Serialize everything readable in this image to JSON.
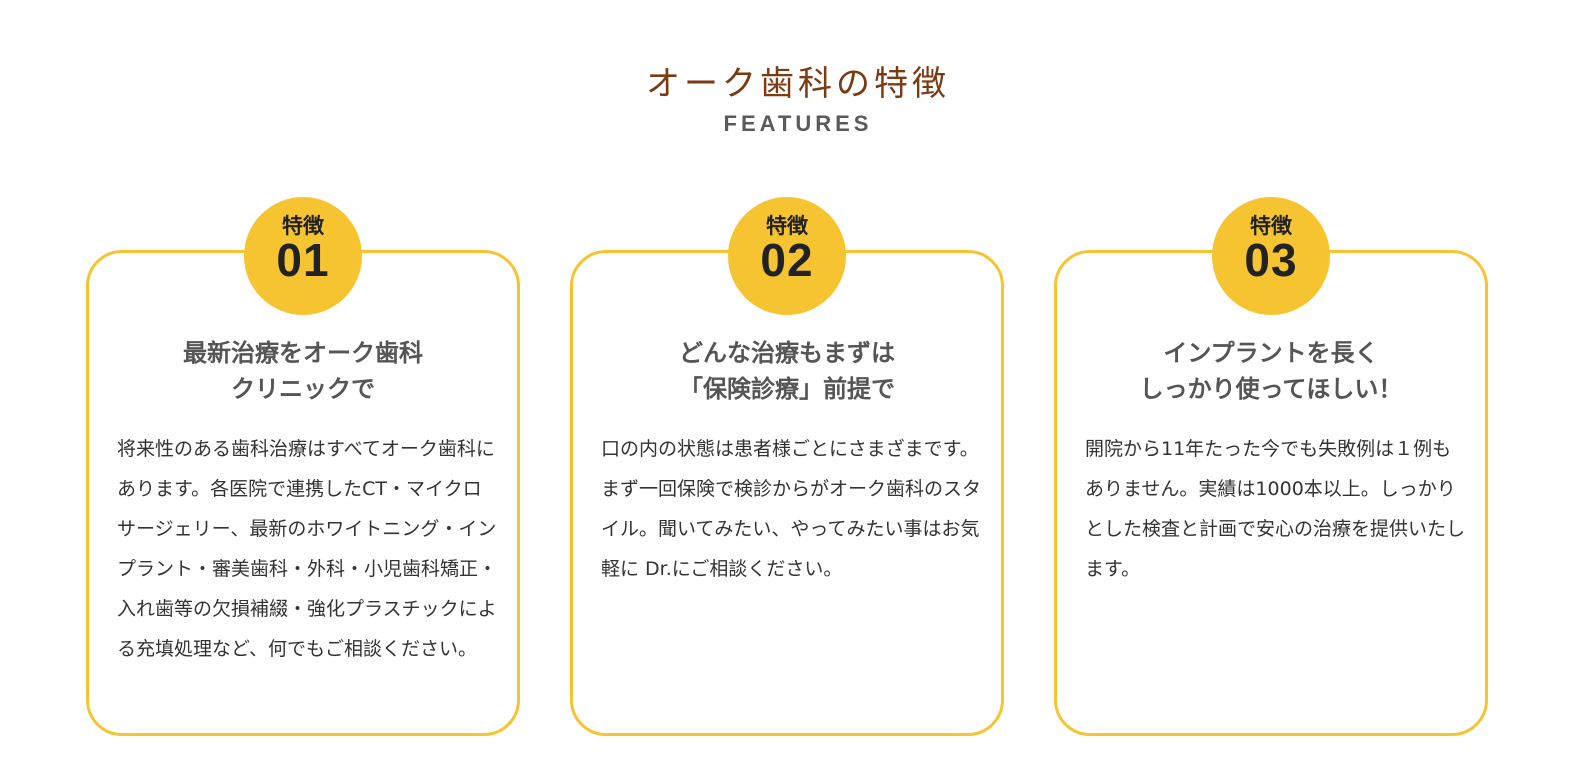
{
  "section": {
    "title": "オーク歯科の特徴",
    "subtitle": "FEATURES"
  },
  "colors": {
    "accent": "#f6c431",
    "title": "#7a3a12",
    "subtitle": "#5a5a5a",
    "card_title": "#555555",
    "body_text": "#333333"
  },
  "features": [
    {
      "badge_label": "特徴",
      "badge_number": "01",
      "title": "最新治療をオーク歯科\nクリニックで",
      "body": "将来性のある歯科治療はすべてオーク歯科にあります。各医院で連携したCT・マイクロサージェリー、最新のホワイトニング・インプラント・審美歯科・外科・小児歯科矯正・入れ歯等の欠損補綴・強化プラスチックによる充填処理など、何でもご相談ください。"
    },
    {
      "badge_label": "特徴",
      "badge_number": "02",
      "title": "どんな治療もまずは\n「保険診療」前提で",
      "body": "口の内の状態は患者様ごとにさまざまです。まず一回保険で検診からがオーク歯科のスタイル。聞いてみたい、やってみたい事はお気軽に Dr.にご相談ください。"
    },
    {
      "badge_label": "特徴",
      "badge_number": "03",
      "title": "インプラントを長く\nしっかり使ってほしい！",
      "body": "開院から11年たった今でも失敗例は１例もありません。実績は1000本以上。しっかりとした検査と計画で安心の治療を提供いたします。"
    }
  ]
}
